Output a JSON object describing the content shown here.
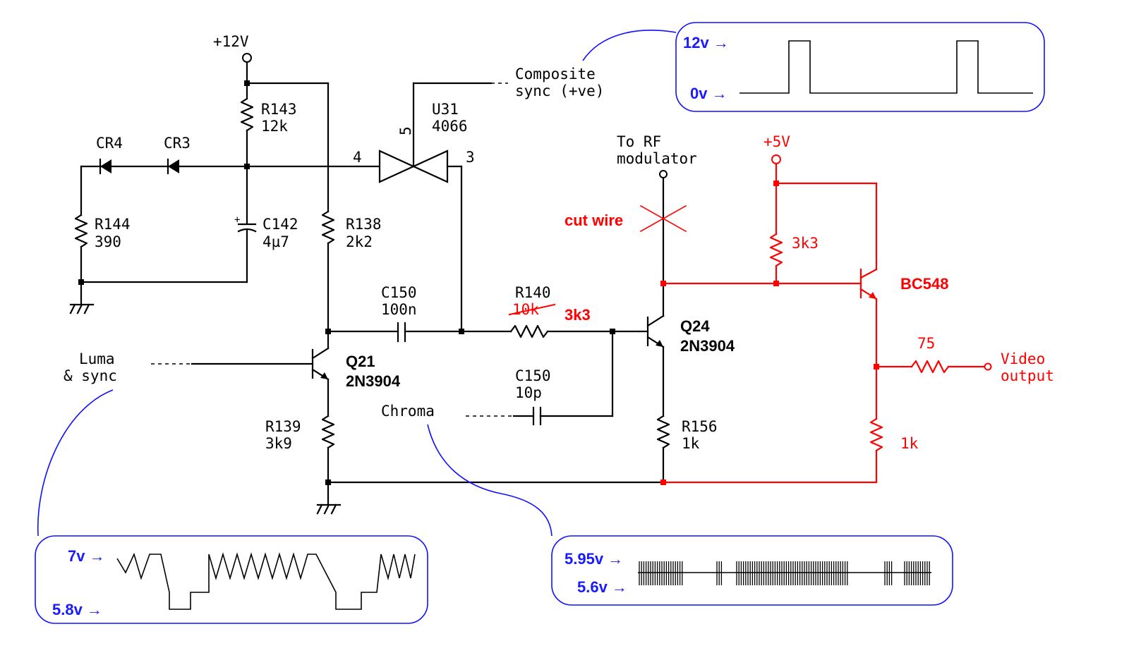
{
  "supply": {
    "v12": "+12V",
    "v5": "+5V"
  },
  "resistors": {
    "r143": {
      "ref": "R143",
      "value": "12k"
    },
    "r144": {
      "ref": "R144",
      "value": "390"
    },
    "r138": {
      "ref": "R138",
      "value": "2k2"
    },
    "r139": {
      "ref": "R139",
      "value": "3k9"
    },
    "r140": {
      "ref": "R140",
      "value_old": "10k",
      "value_new": "3k3"
    },
    "r156": {
      "ref": "R156",
      "value": "1k"
    },
    "r_pull": {
      "value": "3k3"
    },
    "r_series": {
      "value": "75"
    },
    "r_emit": {
      "value": "1k"
    }
  },
  "capacitors": {
    "c142": {
      "ref": "C142",
      "value": "4µ7"
    },
    "c150a": {
      "ref": "C150",
      "value": "100n"
    },
    "c150b": {
      "ref": "C150",
      "value": "10p"
    }
  },
  "diodes": {
    "cr4": "CR4",
    "cr3": "CR3"
  },
  "switch": {
    "ref": "U31",
    "part": "4066",
    "pin_ctrl": "5",
    "pin_in": "4",
    "pin_out": "3"
  },
  "transistors": {
    "q21": {
      "ref": "Q21",
      "part": "2N3904"
    },
    "q24": {
      "ref": "Q24",
      "part": "2N3904"
    },
    "qnew": {
      "part": "BC548"
    }
  },
  "signals": {
    "composite_sync": [
      "Composite",
      "sync (+ve)"
    ],
    "luma_sync": [
      "Luma",
      "& sync"
    ],
    "chroma": "Chroma",
    "rf_mod": [
      "To RF",
      "modulator"
    ],
    "cut_wire": "cut wire",
    "video_out": [
      "Video",
      "output"
    ]
  },
  "waveforms": {
    "sync": {
      "high": "12v →",
      "low": "0v →"
    },
    "luma": {
      "high": "7v →",
      "low": "5.8v →"
    },
    "chroma": {
      "high": "5.95v →",
      "low": "5.6v →"
    }
  },
  "colors": {
    "modification": "#ff0000",
    "annotation": "#1a1aff",
    "wiring": "#000000"
  }
}
